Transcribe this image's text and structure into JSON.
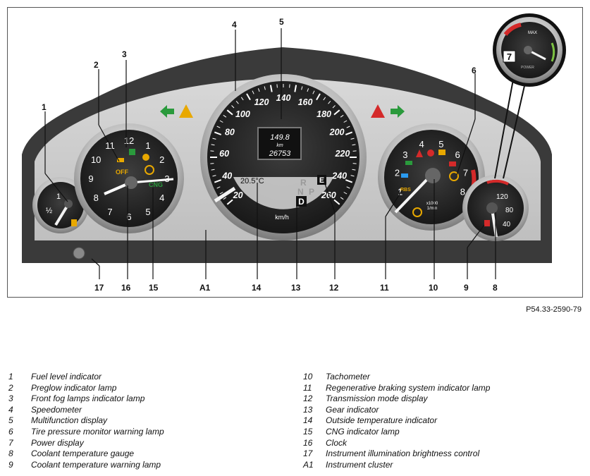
{
  "figure_code": "P54.33-2590-79",
  "callouts": [
    "1",
    "2",
    "3",
    "4",
    "5",
    "6",
    "7",
    "8",
    "9",
    "10",
    "11",
    "12",
    "13",
    "14",
    "15",
    "16",
    "17",
    "A1"
  ],
  "speedometer": {
    "ticks": [
      "20",
      "40",
      "60",
      "80",
      "100",
      "120",
      "140",
      "160",
      "180",
      "200",
      "220",
      "240",
      "260"
    ],
    "unit": "km/h"
  },
  "multifunction": {
    "value": "149.8",
    "unit": "km",
    "odometer": "26753"
  },
  "outside_temp": "20.5°C",
  "transmission_mode": "E",
  "gears": [
    "R",
    "N",
    "P",
    "D"
  ],
  "tachometer": {
    "ticks": [
      "1",
      "2",
      "3",
      "4",
      "5",
      "6",
      "7",
      "8"
    ],
    "unit_top": "x1000",
    "unit_bottom": "1/min",
    "regen_label": "RBS"
  },
  "clock": {
    "numerals": [
      "12",
      "1",
      "2",
      "3",
      "4",
      "5",
      "6",
      "7",
      "8",
      "9",
      "10",
      "11"
    ],
    "fog_label": "OFF",
    "cng_label": "CNG"
  },
  "fuel": {
    "labels": [
      "1",
      "½"
    ]
  },
  "coolant": {
    "ticks": [
      "40",
      "80",
      "120"
    ]
  },
  "power_display": {
    "top_label": "MAX",
    "bottom_label": "POWER"
  },
  "colors": {
    "warning_red": "#d42a2a",
    "indicator_green": "#2a9a3c",
    "indicator_amber": "#e8a800",
    "cluster_dark": "#3a3a3a",
    "cluster_face": "#c8c8c8"
  },
  "legend": {
    "left": [
      {
        "n": "1",
        "text": "Fuel level indicator"
      },
      {
        "n": "2",
        "text": "Preglow indicator lamp"
      },
      {
        "n": "3",
        "text": "Front fog lamps indicator lamp"
      },
      {
        "n": "4",
        "text": "Speedometer"
      },
      {
        "n": "5",
        "text": "Multifunction display"
      },
      {
        "n": "6",
        "text": "Tire pressure monitor warning lamp"
      },
      {
        "n": "7",
        "text": "Power display"
      },
      {
        "n": "8",
        "text": "Coolant temperature gauge"
      },
      {
        "n": "9",
        "text": "Coolant temperature warning lamp"
      }
    ],
    "right": [
      {
        "n": "10",
        "text": "Tachometer"
      },
      {
        "n": "11",
        "text": "Regenerative braking system indicator lamp"
      },
      {
        "n": "12",
        "text": "Transmission mode display"
      },
      {
        "n": "13",
        "text": "Gear indicator"
      },
      {
        "n": "14",
        "text": "Outside temperature indicator"
      },
      {
        "n": "15",
        "text": "CNG indicator lamp"
      },
      {
        "n": "16",
        "text": "Clock"
      },
      {
        "n": "17",
        "text": "Instrument illumination brightness control"
      },
      {
        "n": "A1",
        "text": "Instrument cluster"
      }
    ]
  }
}
